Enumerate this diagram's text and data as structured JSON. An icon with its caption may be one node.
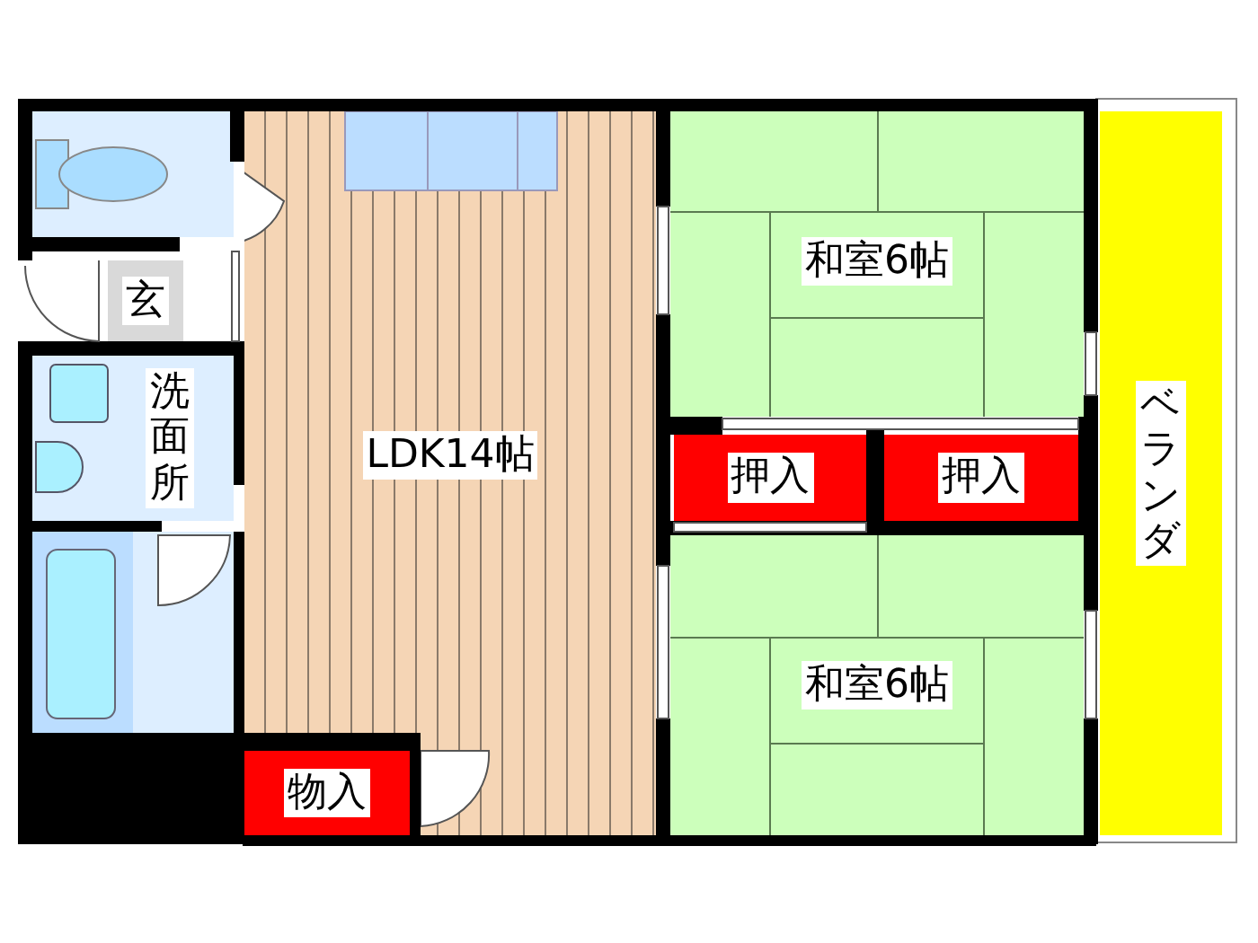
{
  "diagram": {
    "nodes": [
      {
        "text": [
          "和室6帖"
        ]
      },
      {
        "text": [
          "玄"
        ]
      },
      {
        "text": [
          "洗面所"
        ]
      },
      {
        "text": [
          "LDK14帖"
        ]
      },
      {
        "text": [
          "押入"
        ]
      },
      {
        "text": [
          "押入"
        ]
      },
      {
        "text": [
          "ベランダ"
        ]
      },
      {
        "text": [
          "和室6帖"
        ]
      },
      {
        "text": [
          "物入"
        ],
        "in": 3
      }
    ]
  }
}
